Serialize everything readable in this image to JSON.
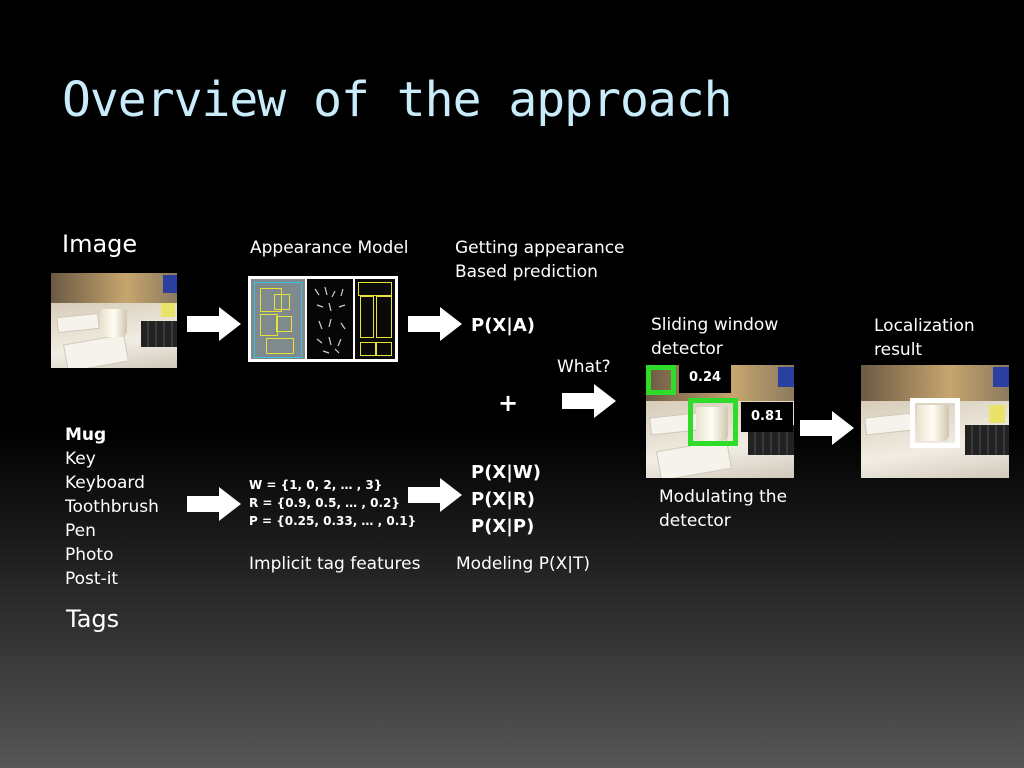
{
  "title": "Overview of the approach",
  "image_label": "Image",
  "tags_label": "Tags",
  "appearance_model_label": "Appearance Model",
  "appearance_prediction_label": [
    "Getting appearance",
    "Based prediction"
  ],
  "p_x_a": "P(X|A)",
  "plus": "+",
  "what_label": "What?",
  "tags": [
    "Mug",
    "Key",
    "Keyboard",
    "Toothbrush",
    "Pen",
    "Photo",
    "Post-it"
  ],
  "features": [
    "W = {1, 0, 2, … , 3}",
    "R = {0.9, 0.5, … , 0.2}",
    "P = {0.25, 0.33, … , 0.1}"
  ],
  "implicit_label": "Implicit tag features",
  "modeling_label": "Modeling P(X|T)",
  "p_tags": [
    "P(X|W)",
    "P(X|R)",
    "P(X|P)"
  ],
  "sliding_label": [
    "Sliding window",
    "detector"
  ],
  "scores": [
    "0.24",
    "0.81"
  ],
  "modulating_label": [
    "Modulating the",
    "detector"
  ],
  "localization_label": [
    "Localization",
    "result"
  ],
  "colors": {
    "title": "#c8ecfa",
    "detection_box": "#2fdc2a",
    "result_box": "#ffffff",
    "model_box": "#e6e23a"
  }
}
